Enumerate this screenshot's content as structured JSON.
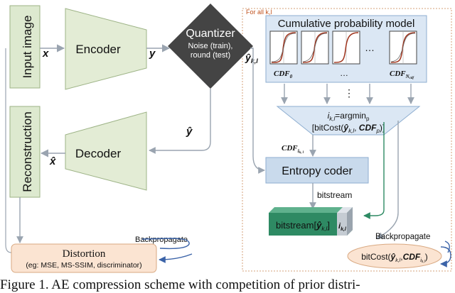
{
  "blocks": {
    "input_image": "Input image",
    "encoder": "Encoder",
    "reconstruction": "Reconstruction",
    "decoder": "Decoder",
    "quantizer_title": "Quantizer",
    "quantizer_line1": "Noise (train),",
    "quantizer_line2": "round (test)",
    "distortion_title": "Distortion",
    "distortion_sub": "(eg: MSE, MS-SSIM, discriminator)"
  },
  "signals": {
    "x": "x",
    "y": "y",
    "yhat": "ŷ",
    "xhat": "x̂",
    "yhat_kl": "ŷ",
    "yhat_kl_sub": "k,l"
  },
  "prob_model": {
    "for_all": "For all k,l",
    "title": "Cumulative probability model",
    "cdf": "CDF",
    "cdf_first_sub": "0",
    "cdf_last_sub": "N",
    "cdf_last_subsub": "cdf",
    "dots": "…",
    "vdots": "⋮"
  },
  "argmin": {
    "line1_var": "i",
    "line1_var_sub": "k,l",
    "line1_op": "=argmin",
    "line1_op_sub": "p",
    "line2_a": "[bitCost(",
    "line2_b": "ŷ",
    "line2_b_sub": "k,l",
    "line2_c": ", ",
    "line2_d": "CDF",
    "line2_d_sub": "p",
    "line2_e": ")]"
  },
  "entropy": {
    "cdf_label": "CDF",
    "cdf_label_sub": "i",
    "cdf_label_subsub": "k, l",
    "coder": "Entropy coder",
    "bitstream_label": "bitstream",
    "bitstream_box_a": "bitstream[",
    "bitstream_box_b": "ŷ",
    "bitstream_box_sub": "k,l",
    "bitstream_box_c": "]",
    "bitstream_box_i": "i",
    "bitstream_box_i_sub": "k,l"
  },
  "backprop": {
    "left": "Backpropagate",
    "right": "Backpropagate",
    "bitcost_a": "bitCost(",
    "bitcost_b": "ŷ",
    "bitcost_b_sub": "k,l",
    "bitcost_c": ",",
    "bitcost_d": "CDF",
    "bitcost_d_sub": "i",
    "bitcost_d_subsub": "k,l",
    "bitcost_e": ")"
  },
  "caption": "Figure 1. AE compression scheme with competition of prior distri-",
  "colors": {
    "green_block": "#dde9cf",
    "encoder_fill": "#e3ecd5",
    "quantizer": "#444444",
    "prob_fill": "#dbe7f4",
    "coder_fill": "#c9daec",
    "bitstream_fill": "#2e8a63",
    "distortion_fill": "#fbe4d2",
    "arrow_grey": "#9aa4b0",
    "backprop_arrow": "#3b63a8",
    "cdf_curve": "#a0351e"
  }
}
